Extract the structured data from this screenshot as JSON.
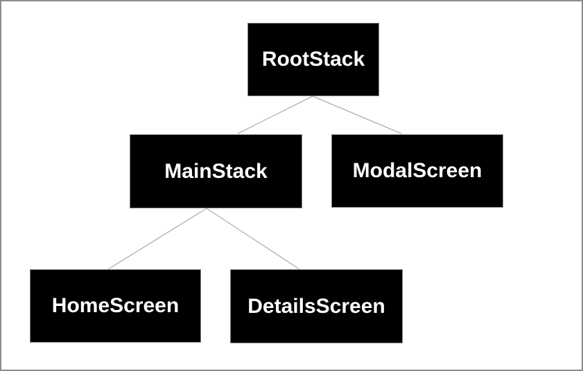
{
  "diagram": {
    "nodes": [
      {
        "id": "root",
        "label": "RootStack"
      },
      {
        "id": "main",
        "label": "MainStack"
      },
      {
        "id": "modal",
        "label": "ModalScreen"
      },
      {
        "id": "home",
        "label": "HomeScreen"
      },
      {
        "id": "details",
        "label": "DetailsScreen"
      }
    ],
    "edges": [
      {
        "from": "RootStack",
        "to": "MainStack"
      },
      {
        "from": "RootStack",
        "to": "ModalScreen"
      },
      {
        "from": "MainStack",
        "to": "HomeScreen"
      },
      {
        "from": "MainStack",
        "to": "DetailsScreen"
      }
    ],
    "colors": {
      "node_fill": "#000000",
      "node_text": "#ffffff",
      "node_border": "#808080",
      "edge_line": "#999999",
      "frame_border": "#8c8c8c",
      "background": "#ffffff"
    }
  }
}
